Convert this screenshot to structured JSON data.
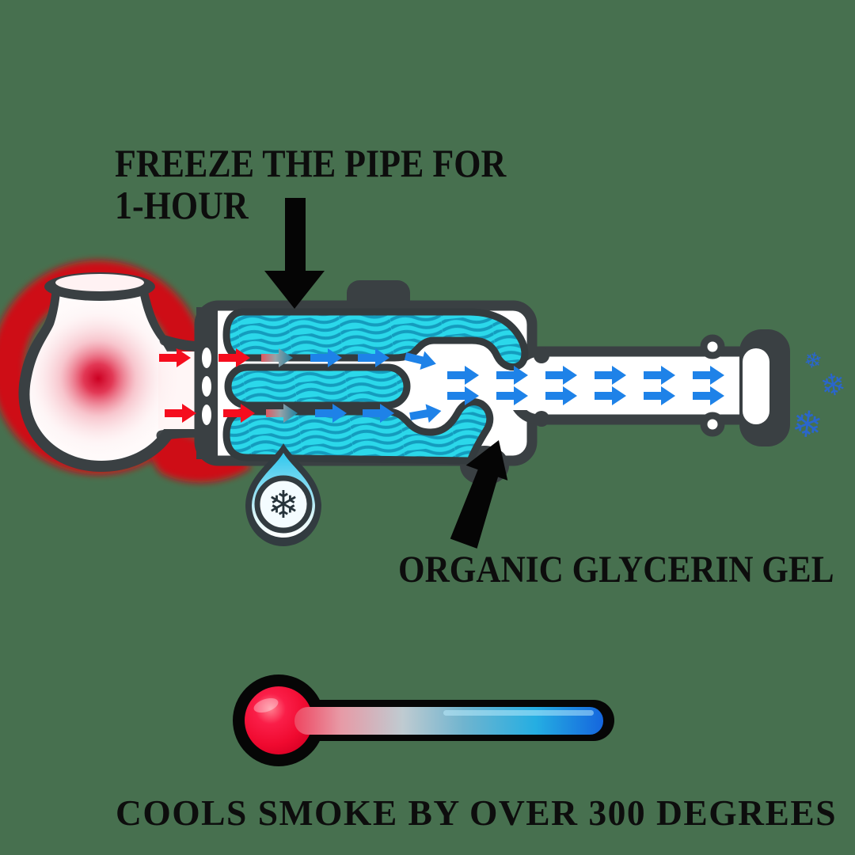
{
  "heading": {
    "line1": "FREEZE THE PIPE FOR",
    "line2": "1-HOUR"
  },
  "annotations": {
    "glycerin_label": "ORGANIC GLYCERIN GEL",
    "cooling_label": "COOLS SMOKE BY OVER 300 DEGREES"
  },
  "icons": {
    "snowflake": "❄"
  },
  "colors": {
    "background": "#47704F",
    "outline_dark": "#3A4043",
    "glycerin_teal": "#2BD8EA",
    "glycerin_wave": "#149CBE",
    "cold_arrow_blue": "#1E82E8",
    "hot_arrow_red": "#F50D1E",
    "bowl_ring_red": "#CE0E13",
    "bowl_glow_red": "#D9002B",
    "snowflake_blue": "#2A66CC",
    "thermo_hot": "#EF4560",
    "thermo_cold": "#1566DE",
    "text_black": "#0D0D0D"
  }
}
